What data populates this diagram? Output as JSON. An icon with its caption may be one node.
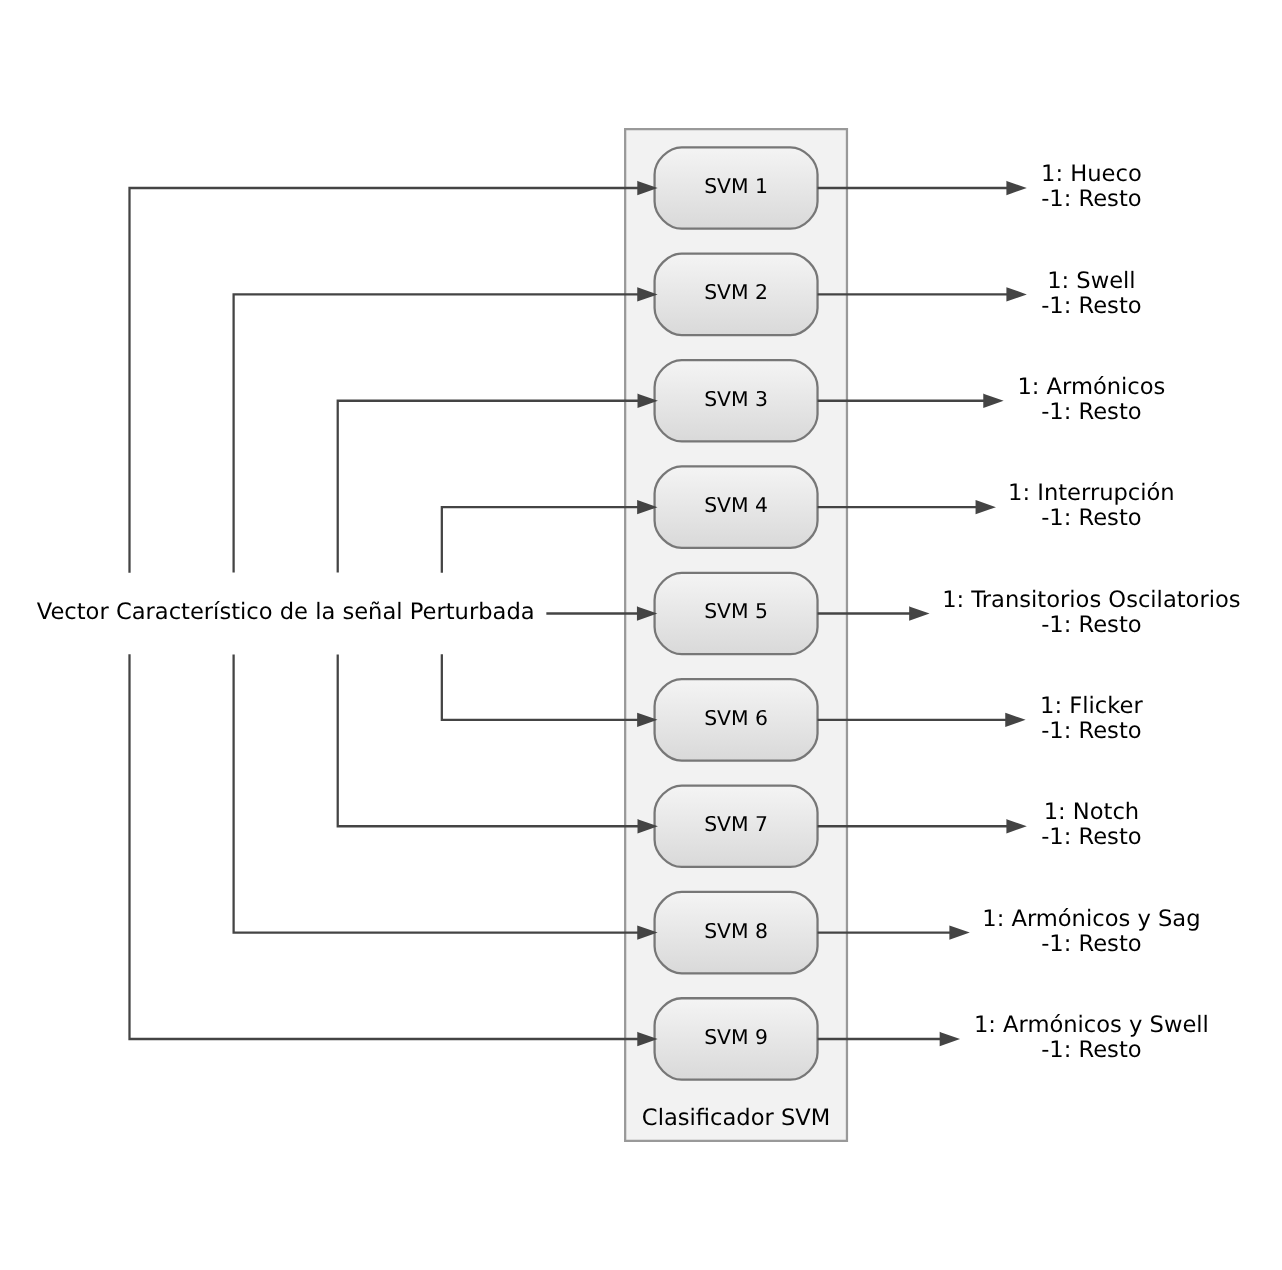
{
  "diagram": {
    "nodes": [
      {
        "text": [
          "Clasificador SVM"
        ]
      },
      {
        "text": [
          "SVM 1"
        ],
        "in": 0
      },
      {
        "text": [
          "SVM 2"
        ],
        "in": 0
      },
      {
        "text": [
          "SVM 3"
        ],
        "in": 0
      },
      {
        "text": [
          "SVM 4"
        ],
        "in": 0
      },
      {
        "text": [
          "SVM 5"
        ],
        "in": 0
      },
      {
        "text": [
          "SVM 6"
        ],
        "in": 0
      },
      {
        "text": [
          "SVM 7"
        ],
        "in": 0
      },
      {
        "text": [
          "SVM 8"
        ],
        "in": 0
      },
      {
        "text": [
          "SVM 9"
        ],
        "in": 0
      },
      {
        "text": [
          "Vector Característico de la señal Perturbada"
        ]
      },
      {
        "text": [
          "1: Hueco",
          "-1: Resto"
        ]
      },
      {
        "text": [
          "1: Swell",
          "-1: Resto"
        ]
      },
      {
        "text": [
          "1: Armónicos",
          "-1: Resto"
        ]
      },
      {
        "text": [
          "1: Interrupción",
          "-1: Resto"
        ]
      },
      {
        "text": [
          "1: Transitorios Oscilatorios",
          "-1: Resto"
        ]
      },
      {
        "text": [
          "1: Flicker",
          "-1: Resto"
        ]
      },
      {
        "text": [
          "1: Notch",
          "-1: Resto"
        ]
      },
      {
        "text": [
          "1: Armónicos y Sag",
          "-1: Resto"
        ]
      },
      {
        "text": [
          "1: Armónicos y Swell",
          "-1: Resto"
        ]
      }
    ],
    "edges": [
      {
        "from": 10,
        "to": 1,
        "arrow": "to"
      },
      {
        "from": 10,
        "to": 2,
        "arrow": "to"
      },
      {
        "from": 10,
        "to": 3,
        "arrow": "to"
      },
      {
        "from": 10,
        "to": 4,
        "arrow": "to"
      },
      {
        "from": 10,
        "to": 5,
        "arrow": "to"
      },
      {
        "from": 10,
        "to": 6,
        "arrow": "to"
      },
      {
        "from": 10,
        "to": 7,
        "arrow": "to"
      },
      {
        "from": 10,
        "to": 8,
        "arrow": "to"
      },
      {
        "from": 10,
        "to": 9,
        "arrow": "to"
      },
      {
        "from": 1,
        "to": 11,
        "arrow": "to"
      },
      {
        "from": 2,
        "to": 12,
        "arrow": "to"
      },
      {
        "from": 3,
        "to": 13,
        "arrow": "to"
      },
      {
        "from": 4,
        "to": 14,
        "arrow": "to"
      },
      {
        "from": 5,
        "to": 15,
        "arrow": "to"
      },
      {
        "from": 6,
        "to": 16,
        "arrow": "to"
      },
      {
        "from": 7,
        "to": 17,
        "arrow": "to"
      },
      {
        "from": 8,
        "to": 18,
        "arrow": "to"
      },
      {
        "from": 9,
        "to": 19,
        "arrow": "to"
      }
    ]
  }
}
